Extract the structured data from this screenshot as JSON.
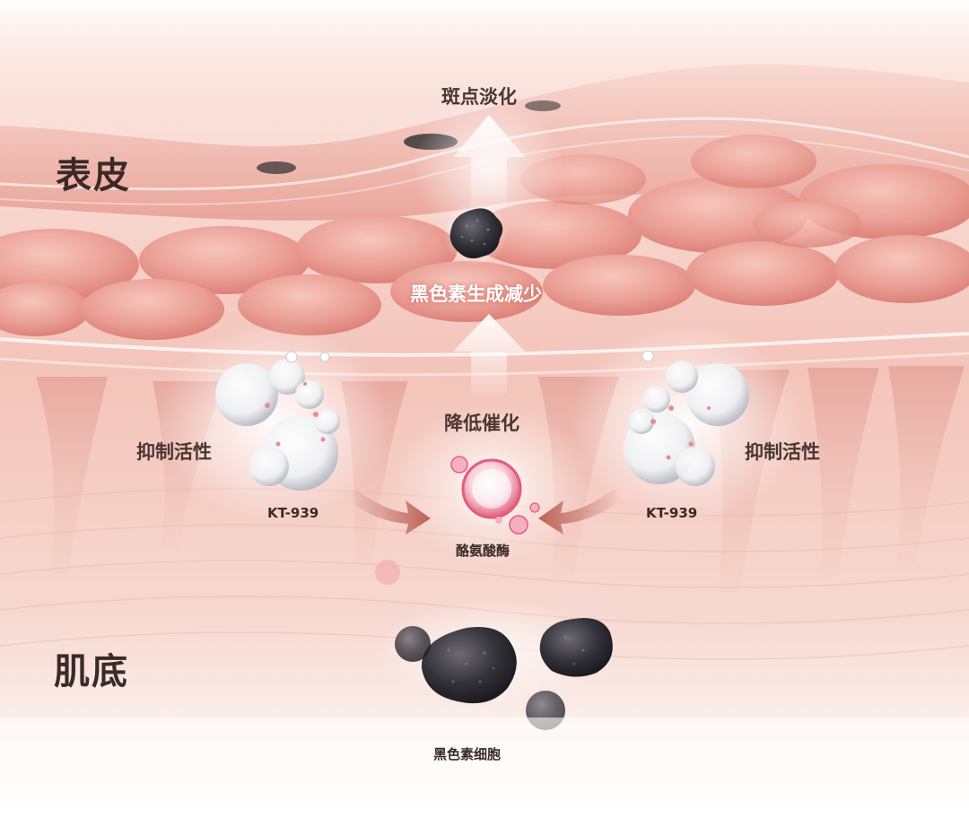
{
  "layers": {
    "epidermis": "表皮",
    "dermis": "肌底"
  },
  "effects": {
    "spots_fade": "斑点淡化",
    "melanin_reduced": "黑色素生成减少",
    "lower_catalysis": "降低催化"
  },
  "inhibitor_left": {
    "action": "抑制活性",
    "name": "KT-939"
  },
  "inhibitor_right": {
    "action": "抑制活性",
    "name": "KT-939"
  },
  "enzyme": {
    "name": "酪氨酸酶"
  },
  "melanocyte": {
    "name": "黑色素细胞"
  },
  "colors": {
    "skin_base": "#f2bfb5",
    "skin_cell": "#e58f86",
    "arrow_red": "#b85a4e",
    "melanin": "#2f2d33",
    "enzyme_pink": "#e86a86"
  }
}
